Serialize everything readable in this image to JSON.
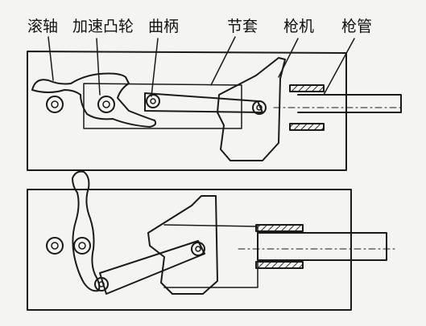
{
  "labels": {
    "roller_shaft": "滚轴",
    "accel_cam": "加速凸轮",
    "crank": "曲柄",
    "toggle_sleeve": "节套",
    "bolt": "枪机",
    "barrel": "枪管"
  },
  "colors": {
    "ink": "#1a1a1a",
    "paper": "#f4f4f2",
    "hatch": "#2a2a2a"
  }
}
